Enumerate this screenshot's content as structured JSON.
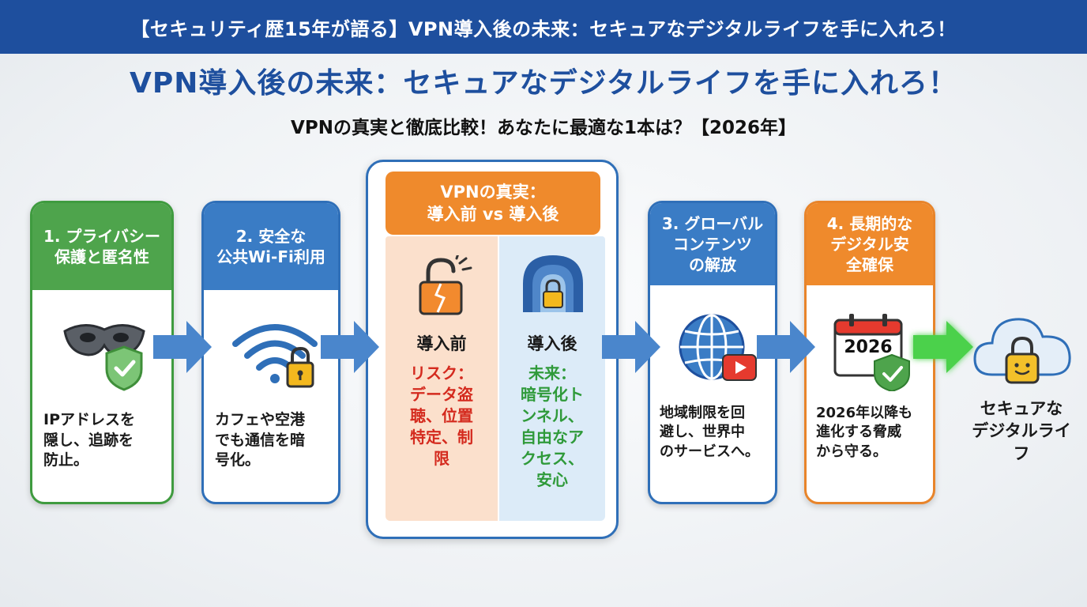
{
  "banner": {
    "text": "【セキュリティ歴15年が語る】VPN導入後の未来：セキュアなデジタルライフを手に入れろ！"
  },
  "main_title": "VPN導入後の未来：セキュアなデジタルライフを手に入れろ！",
  "subtitle": "VPNの真実と徹底比較！あなたに最適な1本は？【2026年】",
  "cards": [
    {
      "head": [
        "1. プライバシー",
        "保護と匿名性"
      ],
      "body": [
        "IPアドレスを",
        "隠し、追跡を",
        "防止。"
      ],
      "color": "#4ea44c",
      "icon": "mask-shield-icon"
    },
    {
      "head": [
        "2. 安全な",
        "公共Wi-Fi利用"
      ],
      "body": [
        "カフェや空港",
        "でも通信を暗",
        "号化。"
      ],
      "color": "#3a7cc5",
      "icon": "wifi-lock-icon"
    },
    {
      "head": [
        "3. グローバル",
        "コンテンツ",
        "の解放"
      ],
      "body": [
        "地域制限を回",
        "避し、世界中",
        "のサービスへ。"
      ],
      "color": "#3a7cc5",
      "icon": "globe-video-icon"
    },
    {
      "head": [
        "4. 長期的な",
        "デジタル安",
        "全確保"
      ],
      "body": [
        "2026年以降も",
        "進化する脅威",
        "から守る。"
      ],
      "color": "#ef8a2c",
      "icon": "calendar-shield-icon"
    }
  ],
  "center": {
    "head": [
      "VPNの真実：",
      "導入前 vs 導入後"
    ],
    "before": {
      "label": "導入前",
      "lines": [
        "リスク：",
        "データ盗",
        "聴、位置",
        "特定、制",
        "限"
      ],
      "color": "#d42a1e",
      "icon": "broken-lock-icon"
    },
    "after": {
      "label": "導入後",
      "lines": [
        "未来：",
        "暗号化ト",
        "ンネル、",
        "自由なア",
        "クセス、",
        "安心"
      ],
      "color": "#2f9a3a",
      "icon": "tunnel-lock-icon"
    }
  },
  "calendar_year": "2026",
  "final": {
    "lines": [
      "セキュアな",
      "デジタルライ",
      "フ"
    ],
    "icon": "cloud-lock-icon"
  }
}
